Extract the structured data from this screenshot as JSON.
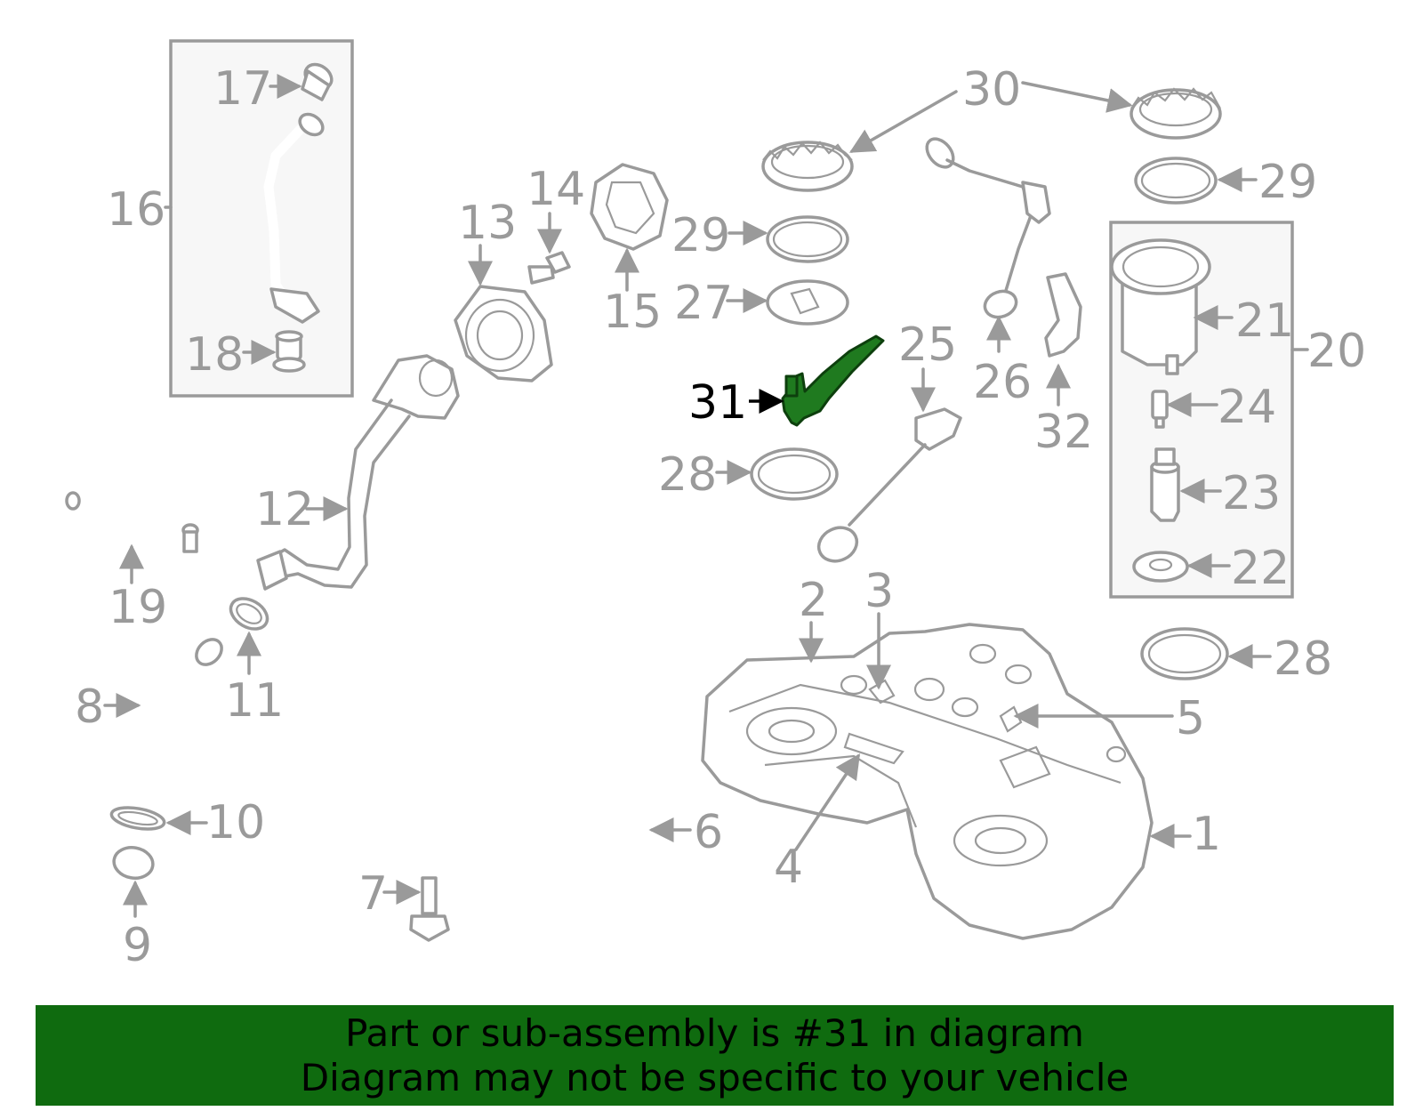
{
  "diagram": {
    "highlighted_part": "31",
    "accent_color": "#0f6b0f",
    "line_color": "#9a9a9a",
    "callouts": {
      "c1": "1",
      "c2": "2",
      "c3": "3",
      "c4": "4",
      "c5": "5",
      "c6": "6",
      "c7": "7",
      "c8": "8",
      "c9": "9",
      "c10": "10",
      "c11": "11",
      "c12": "12",
      "c13": "13",
      "c14": "14",
      "c15": "15",
      "c16": "16",
      "c17": "17",
      "c18": "18",
      "c19": "19",
      "c20": "20",
      "c21": "21",
      "c22": "22",
      "c23": "23",
      "c24": "24",
      "c25": "25",
      "c26": "26",
      "c27": "27",
      "c28a": "28",
      "c28b": "28",
      "c29a": "29",
      "c29b": "29",
      "c30": "30",
      "c31": "31",
      "c32": "32"
    }
  },
  "banner": {
    "line1": "Part or sub-assembly is #31 in diagram",
    "line2": "Diagram may not be specific to your vehicle"
  }
}
